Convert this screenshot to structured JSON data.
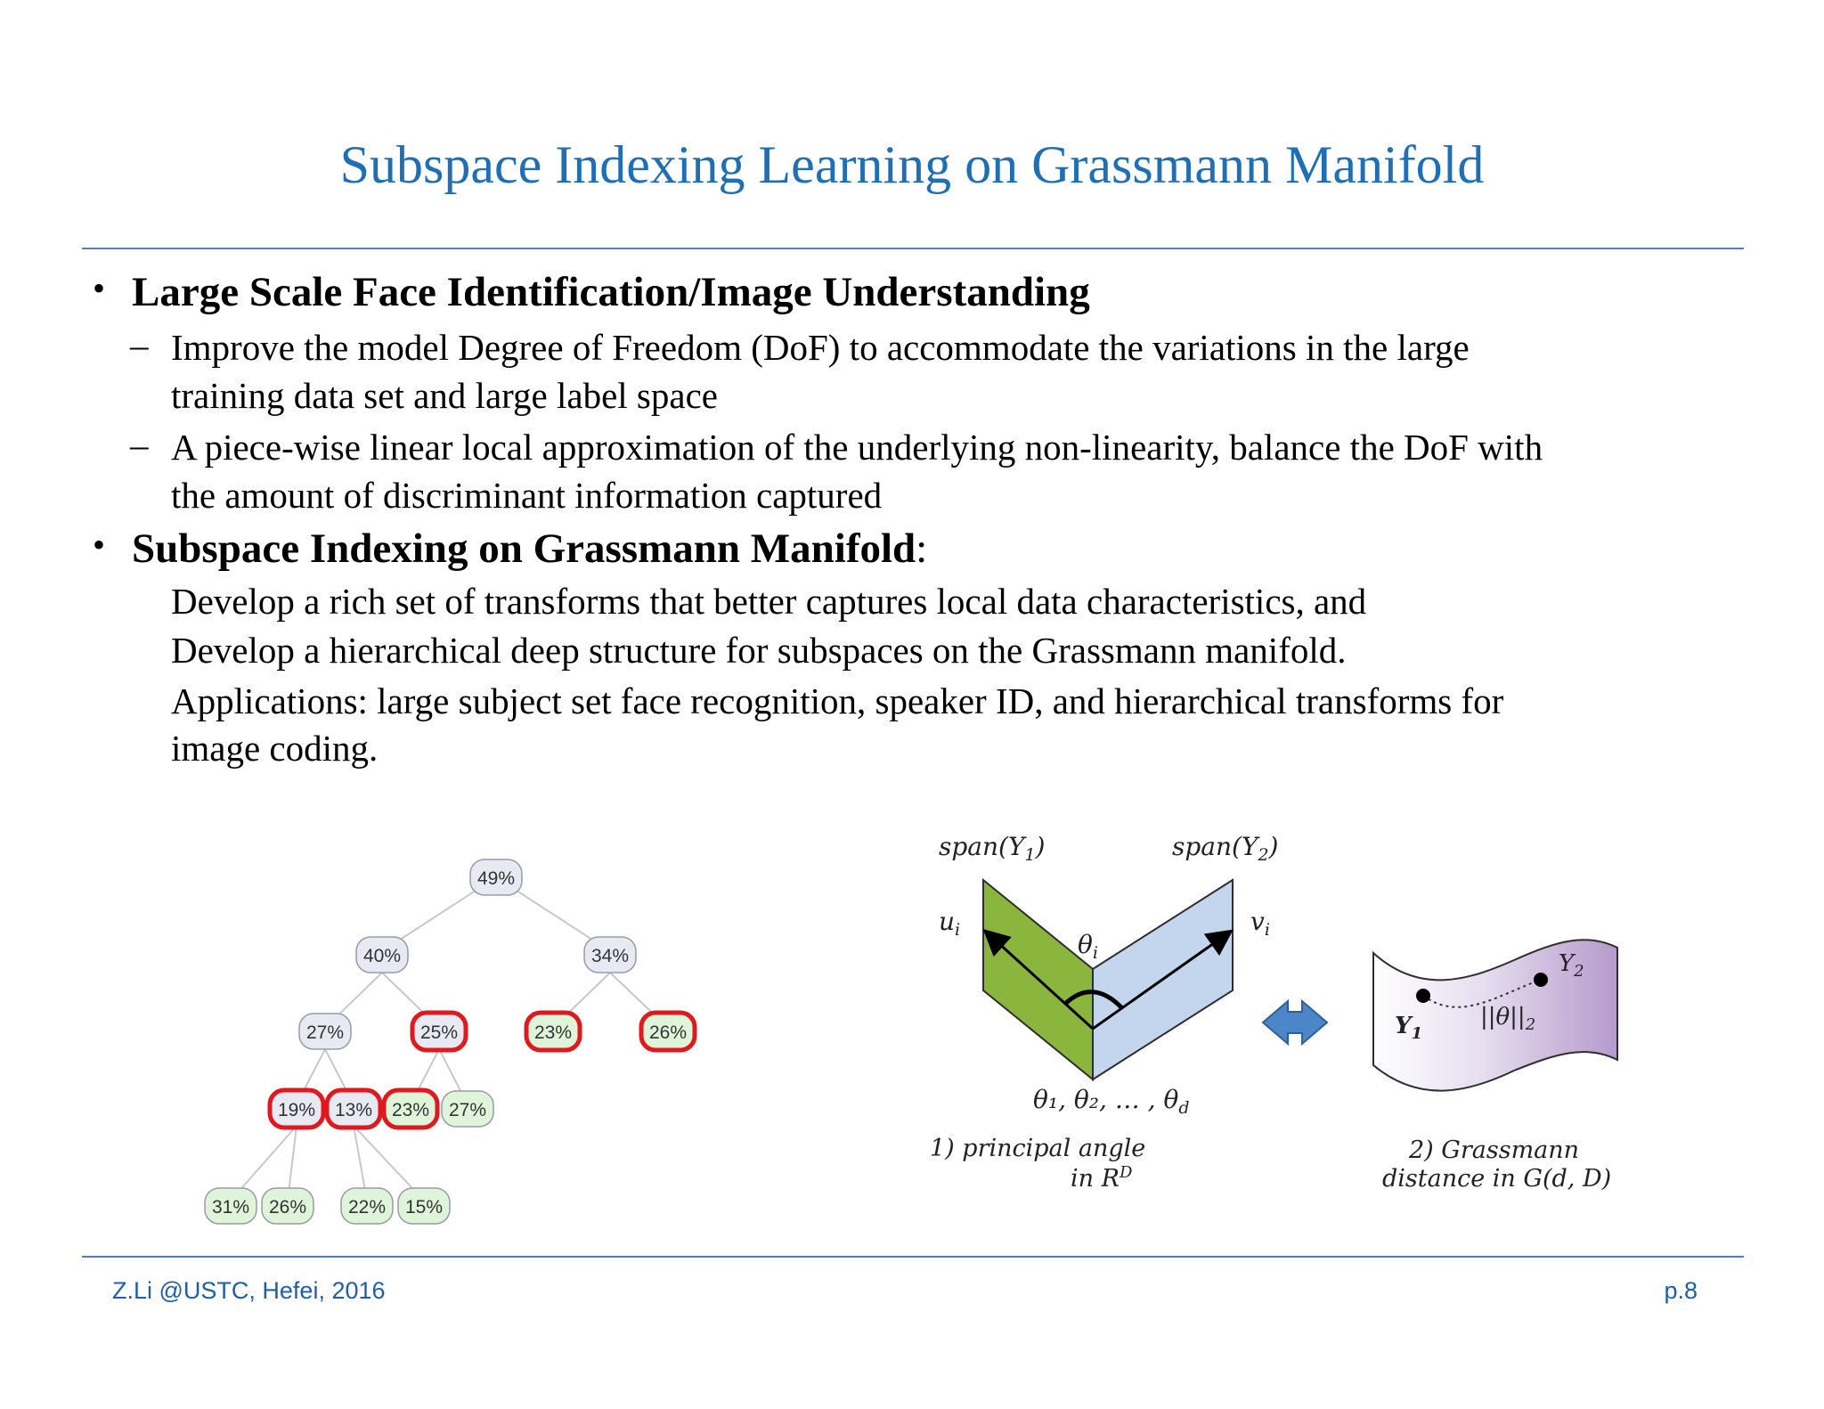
{
  "slide": {
    "title": "Subspace Indexing Learning on Grassmann Manifold",
    "bullets": [
      {
        "heading": "Large Scale Face Identification/Image Understanding",
        "items": [
          {
            "line1": "Improve the model Degree of Freedom (DoF) to accommodate the variations in the large",
            "line2": "training data set and large label space"
          },
          {
            "line1": "A piece-wise linear local approximation of the underlying non-linearity, balance the DoF  with",
            "line2": "the amount of discriminant information captured"
          }
        ]
      },
      {
        "heading": "Subspace Indexing on Grassmann Manifold",
        "heading_suffix": ":",
        "lines": [
          "Develop a rich set of transforms that better captures local data characteristics, and",
          "Develop a hierarchical deep structure for subspaces on the Grassmann manifold.",
          "Applications: large subject set face recognition, speaker ID, and  hierarchical transforms for",
          "image coding."
        ]
      }
    ],
    "footer_left": "Z.Li @USTC, Hefei, 2016",
    "footer_right": "p.8"
  },
  "tree": {
    "nodes": [
      {
        "id": "root",
        "label": "49%",
        "style": "gray"
      },
      {
        "id": "l1a",
        "label": "40%",
        "style": "gray"
      },
      {
        "id": "l1b",
        "label": "34%",
        "style": "gray"
      },
      {
        "id": "l2a",
        "label": "27%",
        "style": "gray"
      },
      {
        "id": "l2b",
        "label": "25%",
        "style": "red-gray"
      },
      {
        "id": "l2c",
        "label": "23%",
        "style": "red-green"
      },
      {
        "id": "l2d",
        "label": "26%",
        "style": "red-green"
      },
      {
        "id": "l3a",
        "label": "19%",
        "style": "red-gray"
      },
      {
        "id": "l3b",
        "label": "13%",
        "style": "red-gray"
      },
      {
        "id": "l3c",
        "label": "23%",
        "style": "red-green"
      },
      {
        "id": "l3d",
        "label": "27%",
        "style": "green"
      },
      {
        "id": "l4a",
        "label": "31%",
        "style": "green"
      },
      {
        "id": "l4b",
        "label": "26%",
        "style": "green"
      },
      {
        "id": "l4c",
        "label": "22%",
        "style": "green"
      },
      {
        "id": "l4d",
        "label": "15%",
        "style": "green"
      }
    ],
    "colors": {
      "gray_fill": "#E8EAF3",
      "green_fill": "#DFF5DA",
      "red_border": "#E0191E",
      "edge": "#C8C8CC"
    }
  },
  "grassmann": {
    "span1": "span(Y",
    "span1_sub": "1",
    "span2": "span(Y",
    "span2_sub": "2",
    "close_paren": ")",
    "u": "u",
    "u_sub": "i",
    "v": "v",
    "v_sub": "i",
    "theta": "θ",
    "theta_sub": "i",
    "angles": "θ₁, θ₂, … , θ",
    "angles_sub": "d",
    "caption1_line1": "1) principal angle",
    "caption1_line2": "in R",
    "caption1_sup": "D",
    "caption2_line1": "2) Grassmann",
    "caption2_line2": "distance in G(d, D)",
    "y1": "Y",
    "y1_sub": "1",
    "y2": "Y",
    "y2_sub": "2",
    "norm": "||θ||",
    "norm_sub": "2",
    "colors": {
      "green_plane": "#8BB63E",
      "blue_plane": "#C3D6EE",
      "arrow": "#4A86C8",
      "manifold_left": "#FFFFFF",
      "manifold_right": "#B59ACB"
    }
  }
}
